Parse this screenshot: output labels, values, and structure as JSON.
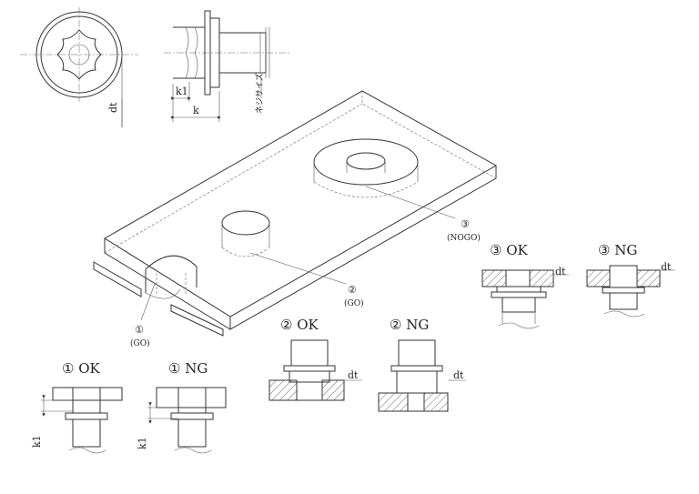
{
  "labels": {
    "dt": "dt",
    "k": "k",
    "k1": "k1",
    "neji_size": "ネジサイズ"
  },
  "callouts": {
    "c1_num": "①",
    "c1_sub": "(GO)",
    "c2_num": "②",
    "c2_sub": "(GO)",
    "c3_num": "③",
    "c3_sub": "(NOGO)"
  },
  "cases": {
    "c1_ok": "① OK",
    "c1_ng": "① NG",
    "c2_ok": "② OK",
    "c2_ng": "② NG",
    "c3_ok": "③ OK",
    "c3_ng": "③ NG"
  },
  "colors": {
    "line": "#333333",
    "background": "#ffffff"
  }
}
